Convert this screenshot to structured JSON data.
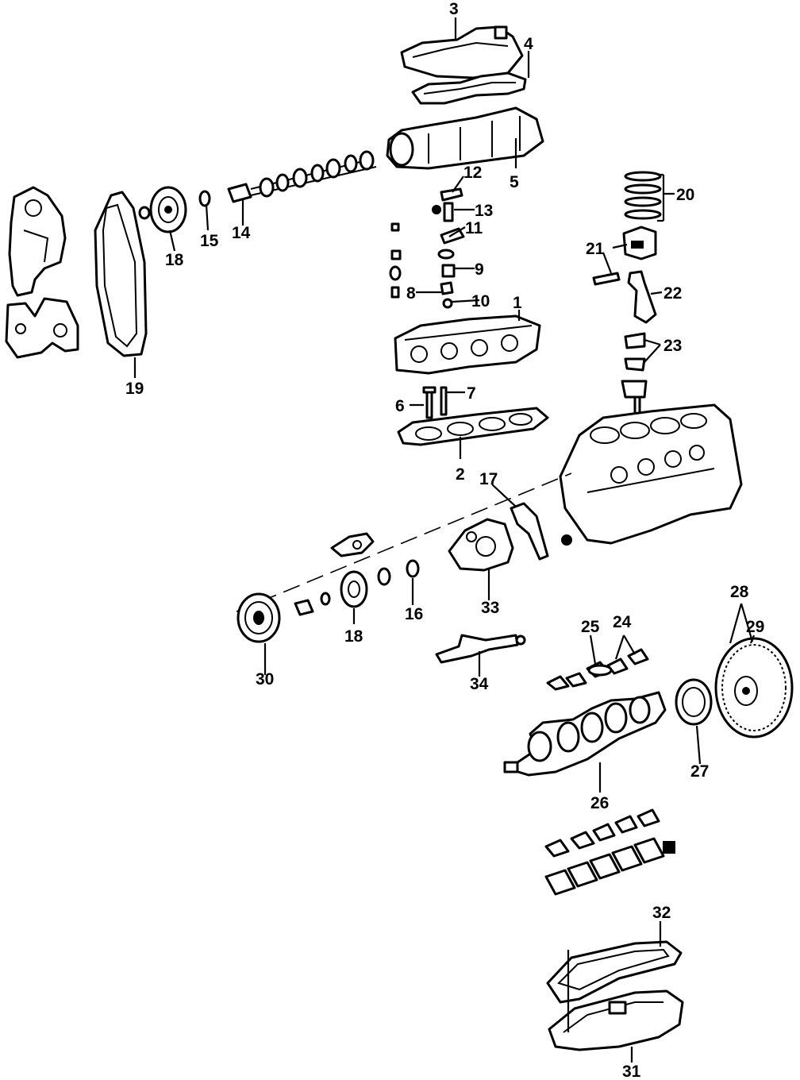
{
  "callouts": {
    "c1": "1",
    "c2": "2",
    "c3": "3",
    "c4": "4",
    "c5": "5",
    "c6": "6",
    "c7": "7",
    "c8": "8",
    "c9": "9",
    "c10": "10",
    "c11": "11",
    "c12": "12",
    "c13": "13",
    "c14": "14",
    "c15": "15",
    "c16": "16",
    "c17": "17",
    "c18a": "18",
    "c18b": "18",
    "c19": "19",
    "c20": "20",
    "c21": "21",
    "c22": "22",
    "c23": "23",
    "c24": "24",
    "c25": "25",
    "c26": "26",
    "c27": "27",
    "c28": "28",
    "c29": "29",
    "c30": "30",
    "c31": "31",
    "c32": "32",
    "c33": "33",
    "c34": "34"
  }
}
